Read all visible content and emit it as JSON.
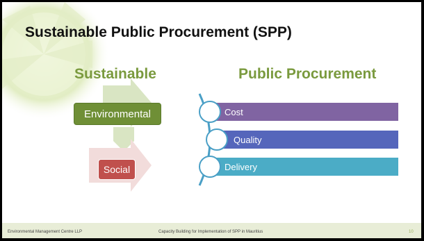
{
  "slide": {
    "title": "Sustainable Public Procurement (SPP)",
    "left_heading": "Sustainable",
    "right_heading": "Public Procurement",
    "left_boxes": [
      "Environmental",
      "Social"
    ],
    "procurement_items": [
      {
        "label": "Cost",
        "color": "#8064a2"
      },
      {
        "label": "Quality",
        "color": "#5566bb"
      },
      {
        "label": "Delivery",
        "color": "#4bacc6"
      }
    ],
    "heading_color": "#7a9a3e",
    "env_color": "#6f8f36",
    "social_color": "#c0504d",
    "arrow_color": "#d9e5c3",
    "social_arrow_color": "#f2dcdb"
  },
  "footer": {
    "left": "Environmental Management Centre LLP",
    "center": "Capacity Building for Implementation of SPP in Mauritius",
    "page": "10"
  }
}
